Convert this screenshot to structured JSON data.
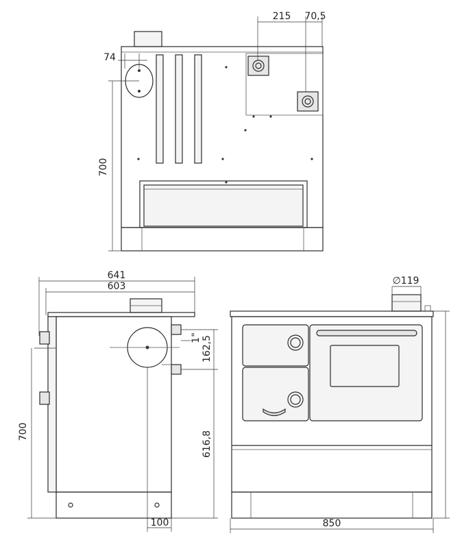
{
  "dimensions": {
    "top_215": "215",
    "top_70_5": "70,5",
    "top_74": "74",
    "top_700": "700",
    "side_641": "641",
    "side_603": "603",
    "side_1in": "1\"",
    "side_162_5": "162,5",
    "side_700": "700",
    "side_616_8": "616,8",
    "side_100": "100",
    "front_119": "∅119",
    "front_850": "850"
  }
}
